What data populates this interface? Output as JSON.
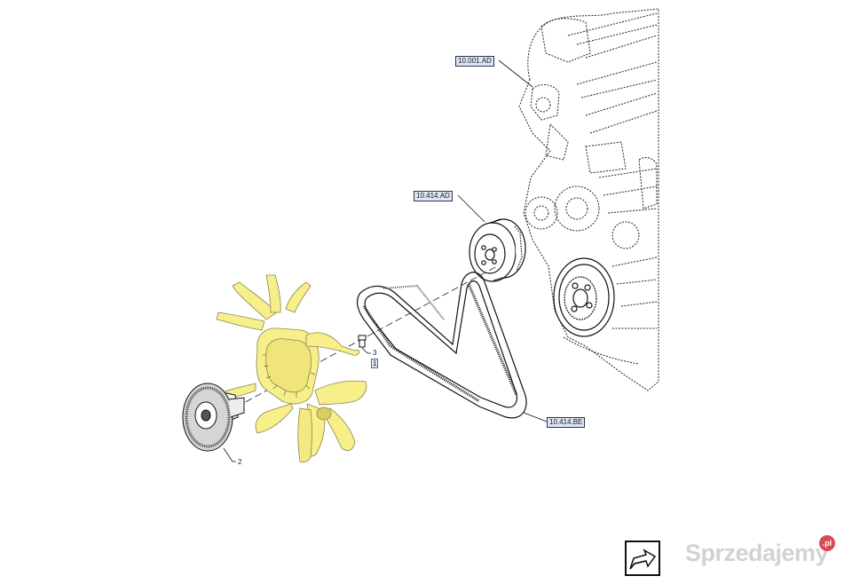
{
  "references": {
    "engine": "10.001.AD",
    "pulley": "10.414.AD",
    "belt": "10.414.BE"
  },
  "callouts": {
    "fan_clutch": "2",
    "bolt": "3",
    "fan": "1"
  },
  "watermark": {
    "text": "Sprzedajemy",
    "suffix": ".pl"
  },
  "colors": {
    "fan": "#f7f08a",
    "fan_stroke": "#8a8450",
    "line": "#1a1a1a",
    "label_bg": "#dde6f2"
  },
  "icons": {
    "nav": "arrow-right-icon"
  }
}
